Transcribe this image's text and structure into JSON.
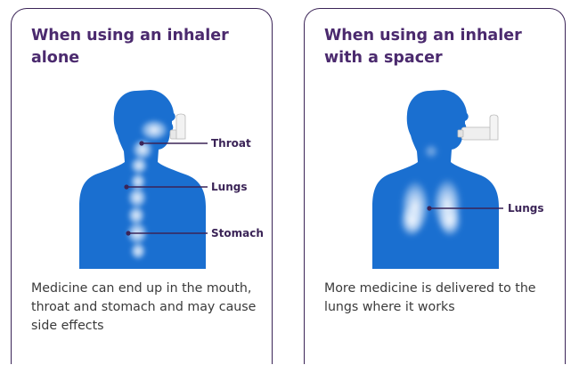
{
  "panels": [
    {
      "title": "When using an inhaler alone",
      "callouts": [
        "Throat",
        "Lungs",
        "Stomach"
      ],
      "caption": "Medicine can end up in the mouth, throat and stomach and may cause side effects",
      "illustration_icon": "body-silhouette-inhaler-icon"
    },
    {
      "title": "When using an inhaler with a spacer",
      "callouts": [
        "Lungs"
      ],
      "caption": "More medicine is delivered to the lungs where it works",
      "illustration_icon": "body-silhouette-spacer-icon"
    }
  ],
  "colors": {
    "border": "#3b2457",
    "title": "#4b2a6e",
    "body_silhouette": "#1a6fd0",
    "callout_line": "#3b2457",
    "caption_text": "#3a3a3a"
  }
}
